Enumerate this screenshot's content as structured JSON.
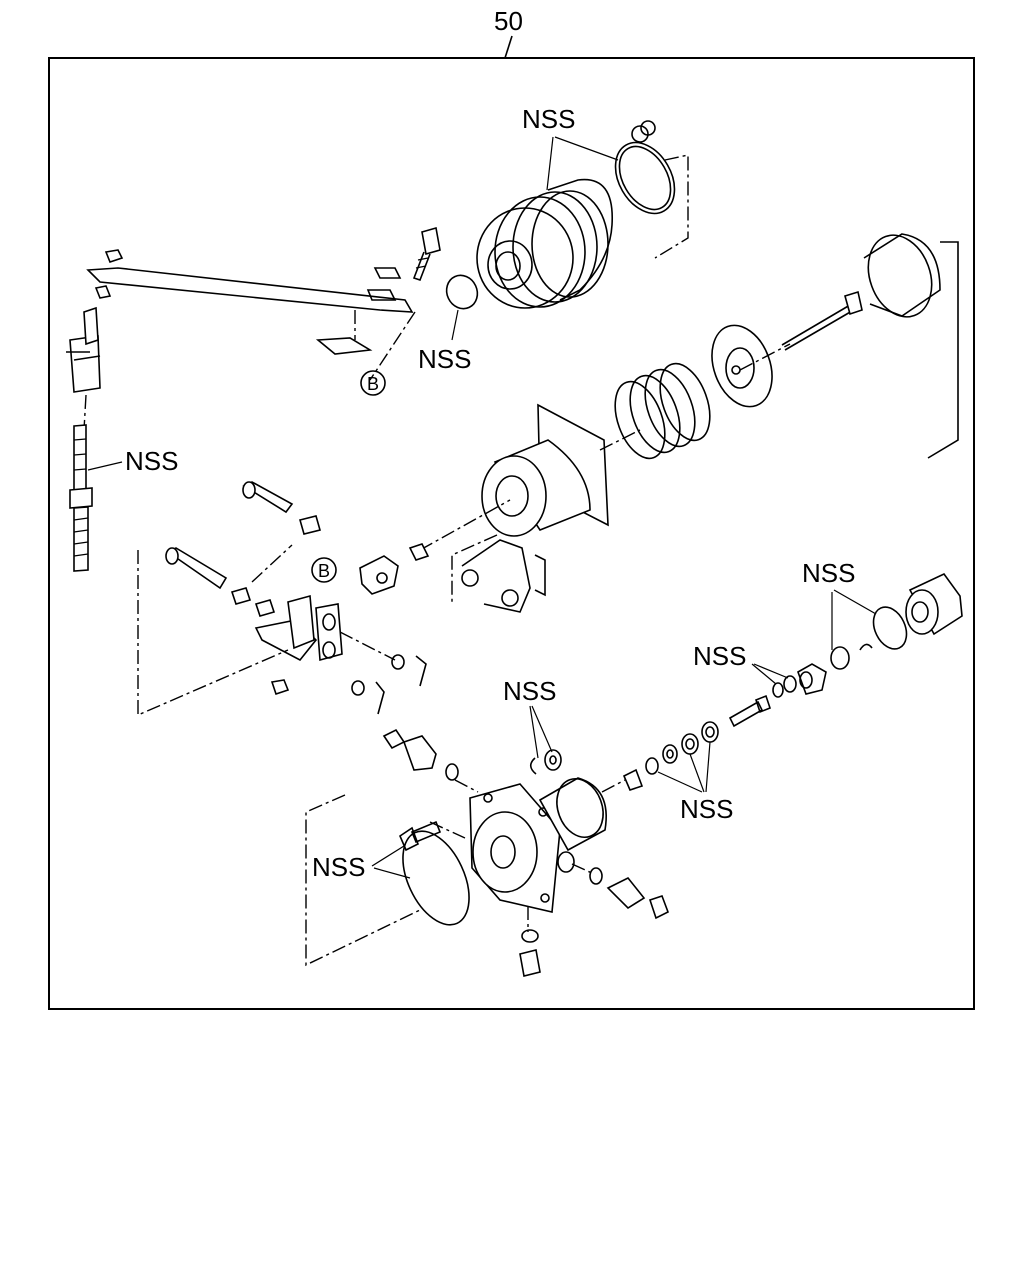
{
  "callout": "50",
  "labels": {
    "nss_top": "NSS",
    "nss_left_oring": "NSS",
    "nss_cable": "NSS",
    "nss_valve_clip": "NSS",
    "nss_right_oring": "NSS",
    "nss_mid_seals": "NSS",
    "nss_lower_seals": "NSS",
    "nss_flange_oring": "NSS",
    "ref_b_top": "B",
    "ref_b_mid": "B"
  }
}
